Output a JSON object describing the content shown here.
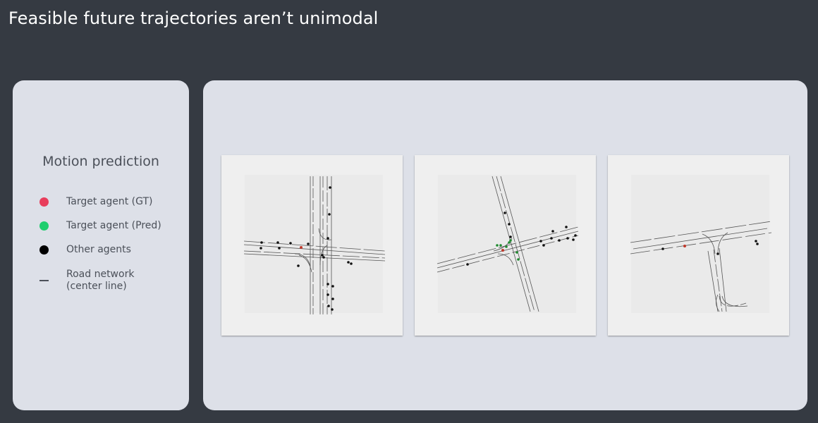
{
  "slide": {
    "title": "Feasible future trajectories aren’t unimodal"
  },
  "legend": {
    "title": "Motion prediction",
    "items": [
      {
        "label": "Target agent (GT)",
        "color": "#e83e5c",
        "marker": "dot"
      },
      {
        "label": "Target agent (Pred)",
        "color": "#1fce6e",
        "marker": "dot"
      },
      {
        "label": "Other agents",
        "color": "#000000",
        "marker": "dot"
      },
      {
        "label": "Road network\n(center line)",
        "color": "#4b5059",
        "marker": "line"
      }
    ]
  },
  "scenes": [
    {
      "name": "four-way-intersection",
      "description_colors": {
        "gt": "#c0392b",
        "other": "#111111"
      }
    },
    {
      "name": "diagonal-crossing",
      "description_colors": {
        "gt": "#c0392b",
        "pred": "#1e8a2e",
        "other": "#111111"
      }
    },
    {
      "name": "t-junction",
      "description_colors": {
        "gt": "#c0392b",
        "other": "#111111"
      }
    }
  ]
}
